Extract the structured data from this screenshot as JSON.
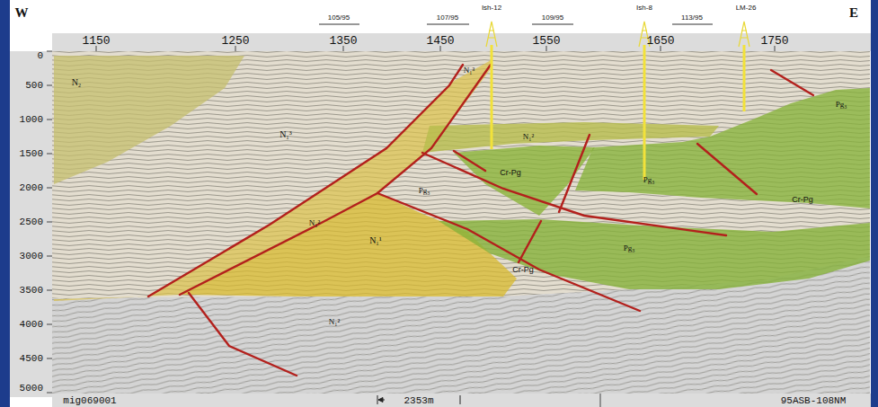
{
  "diagram": {
    "labels": [
      "W",
      "E",
      "1150",
      "1250",
      "1350",
      "1450",
      "1550",
      "1650",
      "1750",
      "105/95",
      "107/95",
      "109/95",
      "113/95",
      "Ish-12",
      "Ish-8",
      "LM-26",
      "0",
      "500",
      "1000",
      "1500",
      "2000",
      "2500",
      "3000",
      "3500",
      "4000",
      "4500",
      "5000",
      "mig069001",
      "2353m",
      "95ASB-108NM",
      "N₂",
      "N₁³",
      "N₁³",
      "N₁²",
      "N₁²",
      "N₁¹",
      "Cr-Pg",
      "Pg₃",
      "Pg₃",
      "Cr-Pg",
      "Pg₃",
      "Cr-Pg",
      "N₁²",
      "Pg₃"
    ]
  }
}
